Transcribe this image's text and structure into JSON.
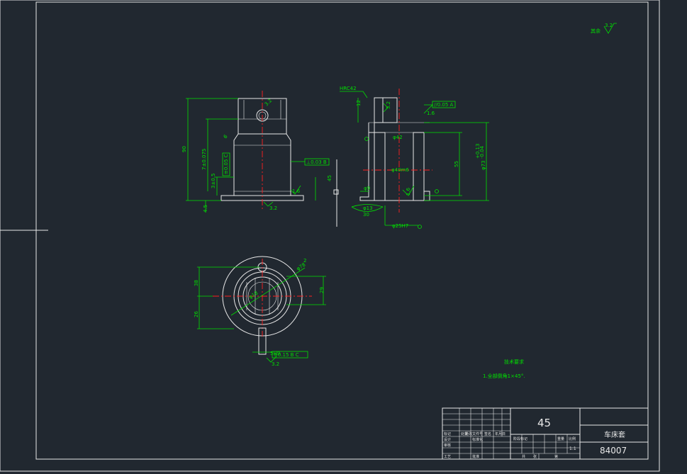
{
  "roughness_note": {
    "label": "其余",
    "value": "3.2"
  },
  "tech_requirements": {
    "title": "技术要求",
    "item1": "1.全部倒角1×45°."
  },
  "title_block": {
    "material": "45",
    "part_name": "车床套",
    "drawing_no": "84007",
    "scale": "1:1",
    "labels": {
      "mark": "标记",
      "count": "处数",
      "zone": "分区",
      "change_doc": "更改文件号",
      "sign": "签名",
      "date": "年月日",
      "design": "设计",
      "standardize": "标准化",
      "review": "审核",
      "process": "工艺",
      "approve": "批准",
      "stage_mark": "阶段标记",
      "weight": "重量",
      "scale": "比例",
      "total": "共",
      "sheet": "张",
      "page": "第"
    }
  },
  "dims": {
    "d90": "90",
    "d7": "7±0.075",
    "d3": "3±0.5",
    "d45a": "4.5",
    "d45": "45",
    "d12": "12",
    "d6_4": "6",
    "phi32": "φ32",
    "phi42": "φ42",
    "phi40": "φ40m6",
    "phi13": "φ13",
    "phi9": "φ9",
    "d30": "30",
    "phi25": "φ25H7",
    "d55": "55",
    "phi73": "φ73",
    "tol_up": "+0.13",
    "tol_dn": "-0.04",
    "phi78": "φ78",
    "d38": "38",
    "d29": "29",
    "d26": "26",
    "d2": "2",
    "phi18": "φ18",
    "hrc": "HRC42",
    "rough_32": "3.2",
    "rough_16": "1.6",
    "gt_par": "//0.05 A",
    "gt_perp": "⊥0.03 B",
    "gt_sym": "≡0.05 C",
    "gt_bottom": "≡0.15 B C",
    "datum_a": "A",
    "datum_b": "B",
    "datum_c": "C",
    "slot_w": "5H9"
  }
}
